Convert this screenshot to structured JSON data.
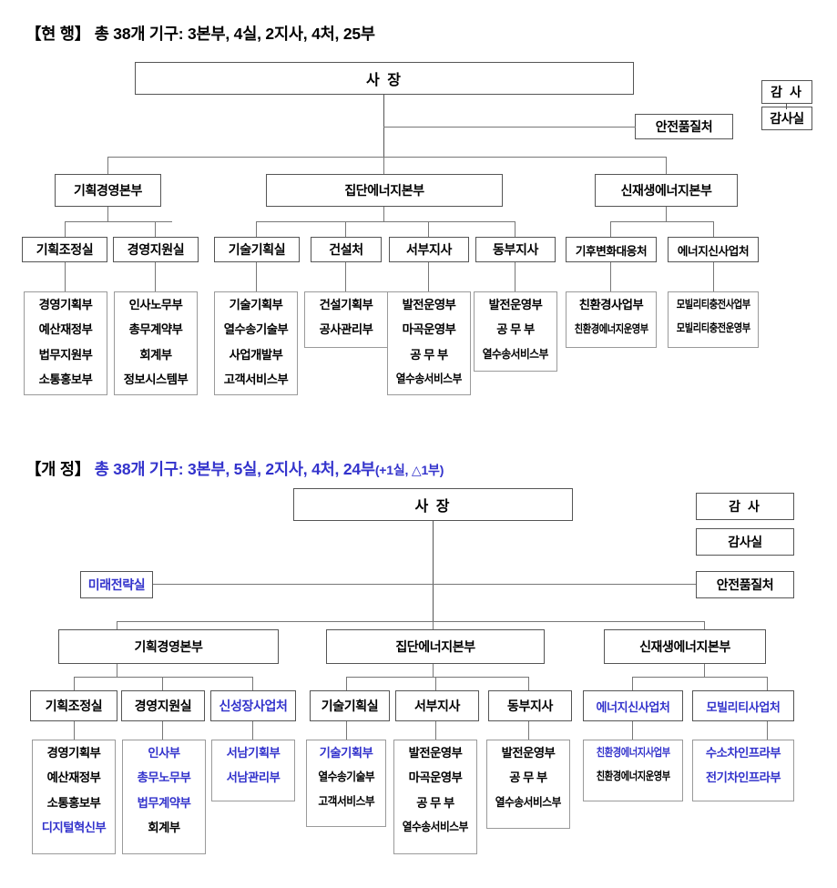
{
  "colors": {
    "accent": "#3333cc",
    "line": "#555555",
    "text": "#000000"
  },
  "current": {
    "title_prefix": "【현 행】",
    "title_rest": "총 38개 기구: 3본부, 4실, 2지사, 4처, 25부",
    "ceo": "사 장",
    "auditor": "감 사",
    "audit_office": "감사실",
    "safety": "안전품질처",
    "divisions": [
      {
        "label": "기획경영본부"
      },
      {
        "label": "집단에너지본부"
      },
      {
        "label": "신재생에너지본부"
      }
    ],
    "offices": [
      {
        "label": "기획조정실",
        "teams": [
          "경영기획부",
          "예산재정부",
          "법무지원부",
          "소통홍보부"
        ]
      },
      {
        "label": "경영지원실",
        "teams": [
          "인사노무부",
          "총무계약부",
          "회계부",
          "정보시스템부"
        ]
      },
      {
        "label": "기술기획실",
        "teams": [
          "기술기획부",
          "열수송기술부",
          "사업개발부",
          "고객서비스부"
        ]
      },
      {
        "label": "건설처",
        "teams": [
          "건설기획부",
          "공사관리부"
        ]
      },
      {
        "label": "서부지사",
        "teams": [
          "발전운영부",
          "마곡운영부",
          "공 무 부",
          "열수송서비스부"
        ]
      },
      {
        "label": "동부지사",
        "teams": [
          "발전운영부",
          "공 무 부",
          "열수송서비스부"
        ]
      },
      {
        "label": "기후변화대응처",
        "teams": [
          "친환경사업부",
          "친환경에너지운영부"
        ]
      },
      {
        "label": "에너지신사업처",
        "teams": [
          "모빌리티충전사업부",
          "모빌리티충전운영부"
        ]
      }
    ]
  },
  "revised": {
    "title_prefix": "【개 정】",
    "title_rest": "총 38개 기구: 3본부, 5실, 2지사, 4처, 24부",
    "title_note": "(+1실, △1부)",
    "ceo": "사 장",
    "auditor": "감 사",
    "audit_office": "감사실",
    "safety": "안전품질처",
    "future": "미래전략실",
    "divisions": [
      {
        "label": "기획경영본부"
      },
      {
        "label": "집단에너지본부"
      },
      {
        "label": "신재생에너지본부"
      }
    ],
    "offices": [
      {
        "label": "기획조정실",
        "new": false,
        "teams": [
          {
            "t": "경영기획부",
            "new": false
          },
          {
            "t": "예산재정부",
            "new": false
          },
          {
            "t": "소통홍보부",
            "new": false
          },
          {
            "t": "디지털혁신부",
            "new": true
          }
        ]
      },
      {
        "label": "경영지원실",
        "new": false,
        "teams": [
          {
            "t": "인사부",
            "new": true
          },
          {
            "t": "총무노무부",
            "new": true
          },
          {
            "t": "법무계약부",
            "new": true
          },
          {
            "t": "회계부",
            "new": false
          }
        ]
      },
      {
        "label": "신성장사업처",
        "new": true,
        "teams": [
          {
            "t": "서남기획부",
            "new": true
          },
          {
            "t": "서남관리부",
            "new": true
          }
        ]
      },
      {
        "label": "기술기획실",
        "new": false,
        "teams": [
          {
            "t": "기술기획부",
            "new": true
          },
          {
            "t": "열수송기술부",
            "new": false
          },
          {
            "t": "고객서비스부",
            "new": false
          }
        ]
      },
      {
        "label": "서부지사",
        "new": false,
        "teams": [
          {
            "t": "발전운영부",
            "new": false
          },
          {
            "t": "마곡운영부",
            "new": false
          },
          {
            "t": "공 무 부",
            "new": false
          },
          {
            "t": "열수송서비스부",
            "new": false
          }
        ]
      },
      {
        "label": "동부지사",
        "new": false,
        "teams": [
          {
            "t": "발전운영부",
            "new": false
          },
          {
            "t": "공 무 부",
            "new": false
          },
          {
            "t": "열수송서비스부",
            "new": false
          }
        ]
      },
      {
        "label": "에너지신사업처",
        "new": true,
        "teams": [
          {
            "t": "친환경에너지사업부",
            "new": true
          },
          {
            "t": "친환경에너지운영부",
            "new": false
          }
        ]
      },
      {
        "label": "모빌리티사업처",
        "new": true,
        "teams": [
          {
            "t": "수소차인프라부",
            "new": true
          },
          {
            "t": "전기차인프라부",
            "new": true
          }
        ]
      }
    ]
  }
}
